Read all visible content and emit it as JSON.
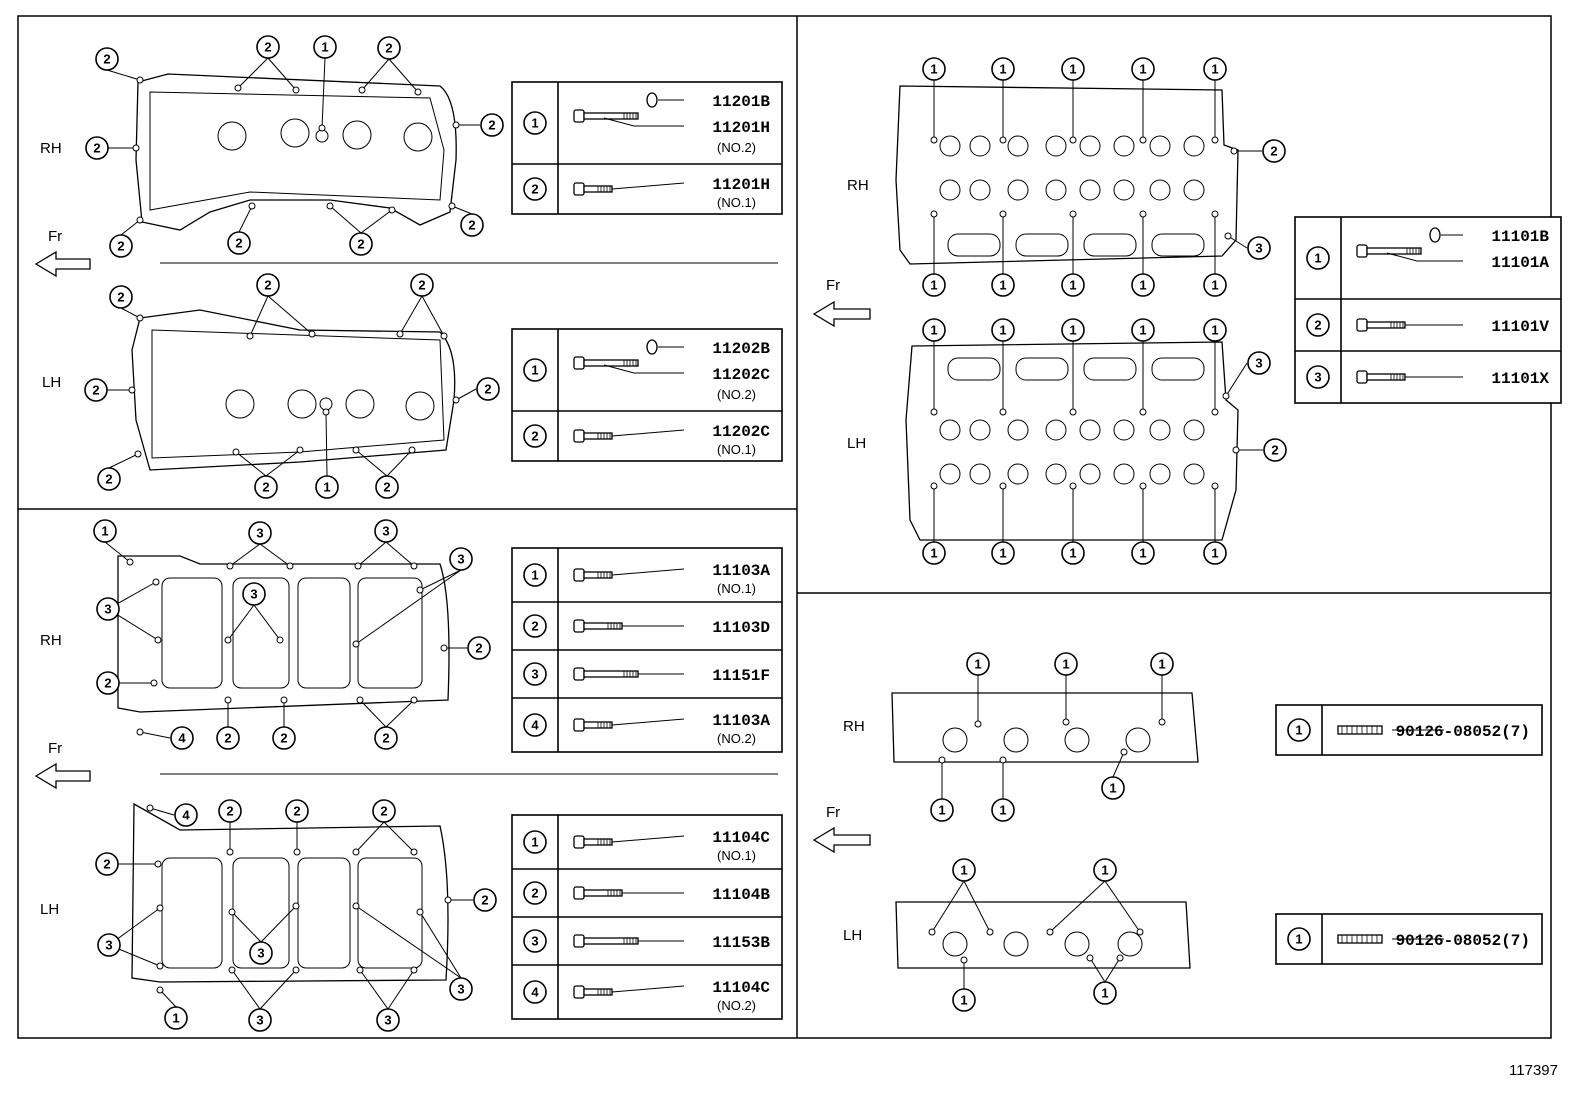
{
  "labels": {
    "rh": "RH",
    "lh": "LH",
    "fr": "Fr"
  },
  "figure_number": "117397",
  "tables": {
    "cover_rh": [
      {
        "n": "1",
        "parts": [
          "11201B",
          "11201H"
        ],
        "note": "(NO.2)",
        "washer": true,
        "len": "long"
      },
      {
        "n": "2",
        "parts": [
          "11201H"
        ],
        "note": "(NO.1)",
        "washer": false,
        "len": "short"
      }
    ],
    "cover_lh": [
      {
        "n": "1",
        "parts": [
          "11202B",
          "11202C"
        ],
        "note": "(NO.2)",
        "washer": true,
        "len": "long"
      },
      {
        "n": "2",
        "parts": [
          "11202C"
        ],
        "note": "(NO.1)",
        "washer": false,
        "len": "short"
      }
    ],
    "housing_rh": [
      {
        "n": "1",
        "parts": [
          "11103A"
        ],
        "note": "(NO.1)",
        "washer": false,
        "len": "short"
      },
      {
        "n": "2",
        "parts": [
          "11103D"
        ],
        "note": "",
        "washer": false,
        "len": "medium"
      },
      {
        "n": "3",
        "parts": [
          "11151F"
        ],
        "note": "",
        "washer": false,
        "len": "long"
      },
      {
        "n": "4",
        "parts": [
          "11103A"
        ],
        "note": "(NO.2)",
        "washer": false,
        "len": "short"
      }
    ],
    "housing_lh": [
      {
        "n": "1",
        "parts": [
          "11104C"
        ],
        "note": "(NO.1)",
        "washer": false,
        "len": "short"
      },
      {
        "n": "2",
        "parts": [
          "11104B"
        ],
        "note": "",
        "washer": false,
        "len": "medium"
      },
      {
        "n": "3",
        "parts": [
          "11153B"
        ],
        "note": "",
        "washer": false,
        "len": "long"
      },
      {
        "n": "4",
        "parts": [
          "11104C"
        ],
        "note": "(NO.2)",
        "washer": false,
        "len": "short"
      }
    ],
    "head": [
      {
        "n": "1",
        "parts": [
          "11101B",
          "11101A"
        ],
        "note": "",
        "washer": true,
        "len": "long"
      },
      {
        "n": "2",
        "parts": [
          "11101V"
        ],
        "note": "",
        "washer": false,
        "len": "medium"
      },
      {
        "n": "3",
        "parts": [
          "11101X"
        ],
        "note": "",
        "washer": false,
        "len": "medium"
      }
    ],
    "manifold_rh": [
      {
        "n": "1",
        "parts": [
          "90126-08052(7)"
        ],
        "note": "",
        "washer": false,
        "len": "stud"
      }
    ],
    "manifold_lh": [
      {
        "n": "1",
        "parts": [
          "90126-08052(7)"
        ],
        "note": "",
        "washer": false,
        "len": "stud"
      }
    ]
  }
}
